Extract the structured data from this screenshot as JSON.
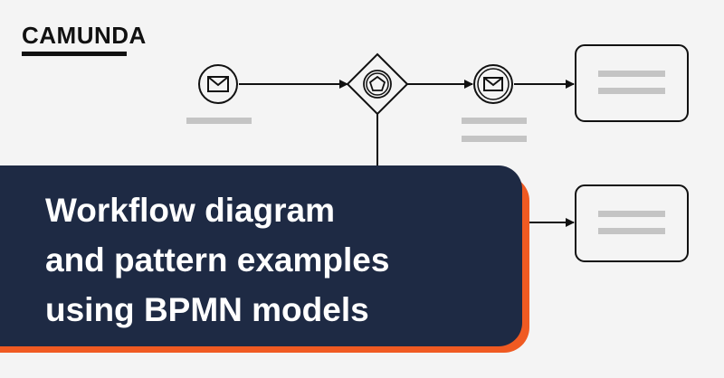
{
  "brand": {
    "logo_text": "CAMUNDA"
  },
  "banner": {
    "lines": [
      "Workflow diagram",
      "and pattern examples",
      "using BPMN models"
    ]
  },
  "colors": {
    "background": "#f4f4f4",
    "banner": "#1e2a44",
    "accent": "#f05a22",
    "stroke": "#111111",
    "placeholder": "#c4c4c4"
  },
  "diagram": {
    "nodes": [
      {
        "id": "start-message-event",
        "type": "message-start-event",
        "icon": "envelope-icon"
      },
      {
        "id": "event-based-gateway",
        "type": "event-based-gateway",
        "icon": "pentagon-icon"
      },
      {
        "id": "intermediate-message-event",
        "type": "message-intermediate-event",
        "icon": "envelope-icon"
      },
      {
        "id": "task-top",
        "type": "task"
      },
      {
        "id": "task-bottom",
        "type": "task"
      }
    ],
    "flows": [
      {
        "from": "start-message-event",
        "to": "event-based-gateway"
      },
      {
        "from": "event-based-gateway",
        "to": "intermediate-message-event"
      },
      {
        "from": "intermediate-message-event",
        "to": "task-top"
      },
      {
        "from": "event-based-gateway",
        "to": "task-bottom"
      }
    ]
  }
}
